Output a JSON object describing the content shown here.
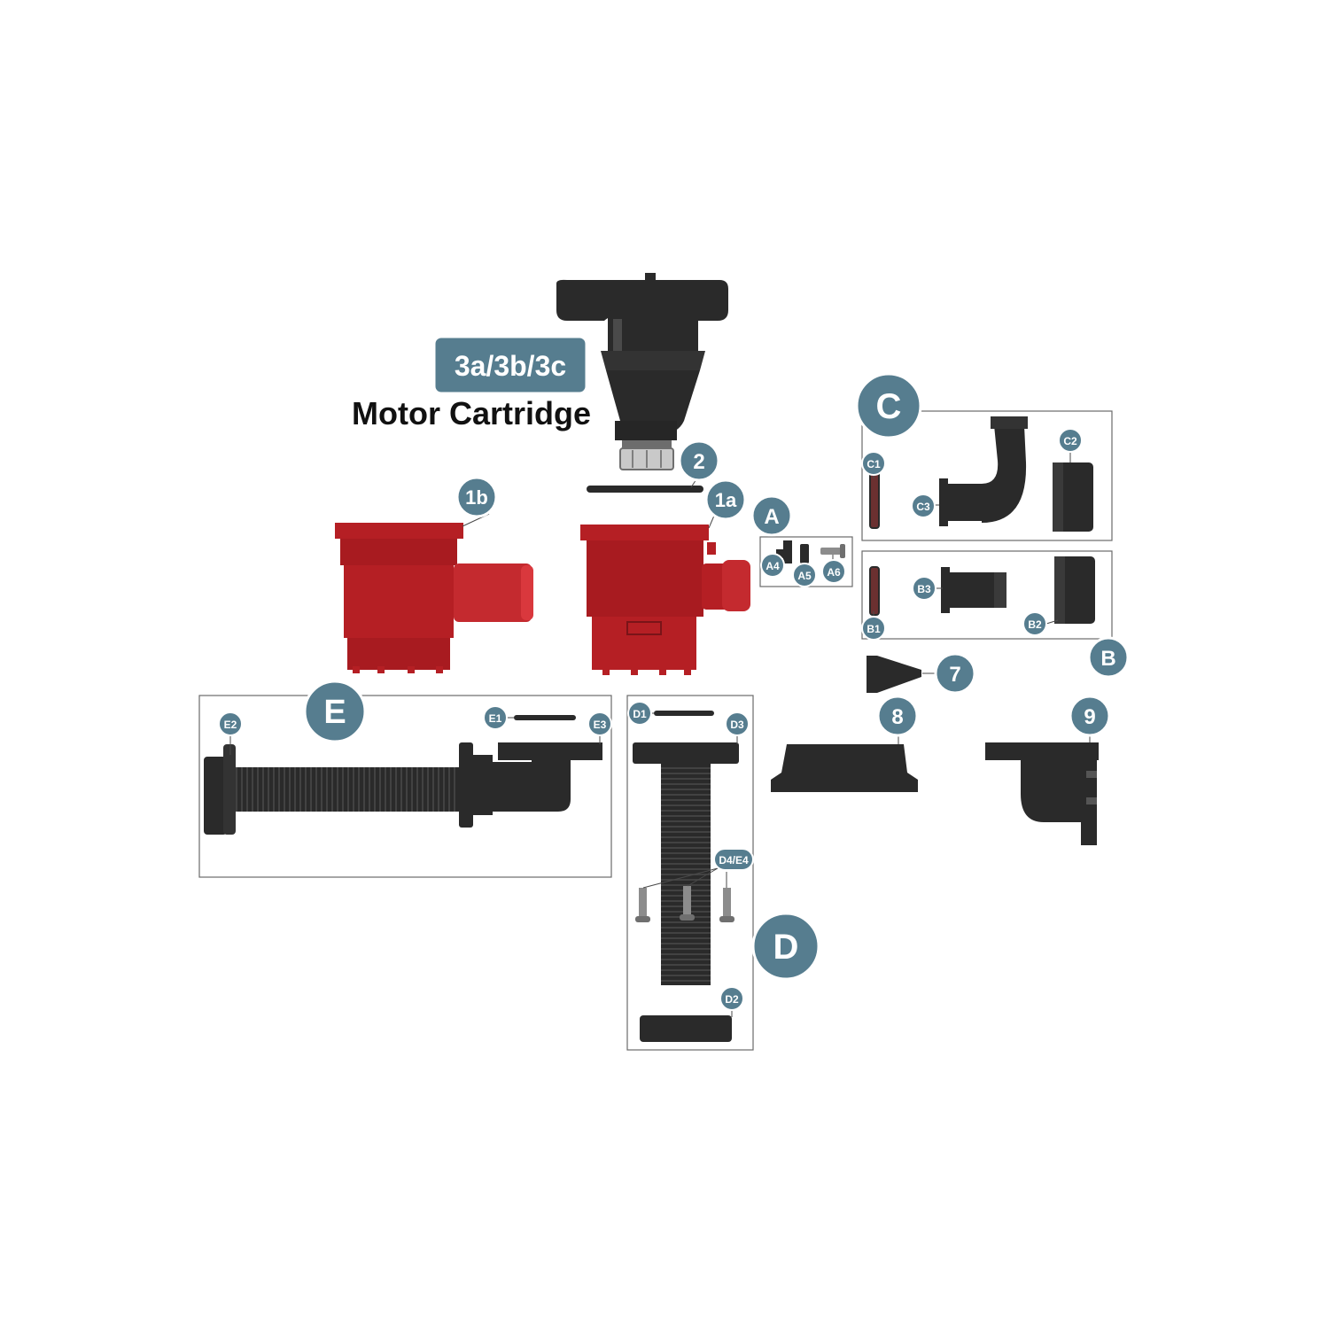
{
  "colors": {
    "badge": "#567d8f",
    "badge_stroke": "#ffffff",
    "part_black": "#2a2a2a",
    "part_black_hi": "#4a4a4a",
    "part_red": "#b51f24",
    "part_red_hi": "#d9383d",
    "frame": "#6a6a6a"
  },
  "motor": {
    "code": "3a/3b/3c",
    "title": "Motor Cartridge"
  },
  "callouts": {
    "c_1a": "1a",
    "c_1b": "1b",
    "c_2": "2",
    "c_7": "7",
    "c_8": "8",
    "c_9": "9",
    "c_A": "A",
    "c_A4": "A4",
    "c_A5": "A5",
    "c_A6": "A6",
    "c_B": "B",
    "c_B1": "B1",
    "c_B2": "B2",
    "c_B3": "B3",
    "c_C": "C",
    "c_C1": "C1",
    "c_C2": "C2",
    "c_C3": "C3",
    "c_D": "D",
    "c_D1": "D1",
    "c_D2": "D2",
    "c_D3": "D3",
    "c_D4E4": "D4/E4",
    "c_E": "E",
    "c_E1": "E1",
    "c_E2": "E2",
    "c_E3": "E3"
  },
  "parts": {
    "p_motor": "motor-cartridge",
    "p_oring2": "o-ring",
    "p_housing_1a": "housing-1a",
    "p_housing_1b": "housing-1b",
    "p_a4": "a4-connector",
    "p_a5": "a5-fitting",
    "p_a6": "a6-bolt",
    "p_c1": "c1-gasket",
    "p_c3": "c3-elbow",
    "p_c2": "c2-nut",
    "p_b1": "b1-gasket",
    "p_b3": "b3-straight",
    "p_b2": "b2-nut",
    "p_7": "strainer-cone",
    "p_8": "mount-base",
    "p_9": "bracket-base",
    "p_e1": "e1-oring",
    "p_e2": "e2-flange",
    "p_e_tube": "e-threaded-tube",
    "p_e3": "e3-elbow",
    "p_d1": "d1-oring",
    "p_d3": "d3-flange",
    "p_d_tube": "d-threaded-tube",
    "p_d4e4": "d4-e4-screws",
    "p_d2": "d2-nut"
  }
}
